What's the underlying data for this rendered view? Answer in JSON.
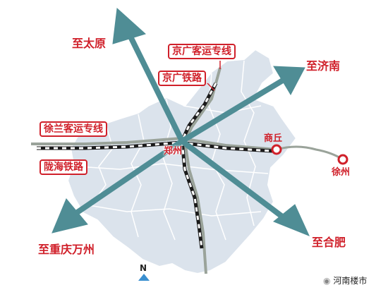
{
  "map": {
    "directions": {
      "taiyuan": "至太原",
      "jinan": "至济南",
      "hefei": "至合肥",
      "chongqing_wanzhou": "至重庆万州"
    },
    "rail_lines": {
      "jingguang_pdl": "京广客运专线",
      "jingguang": "京广铁路",
      "xulan_pdl": "徐兰客运专线",
      "longhai": "陇海铁路"
    },
    "cities": {
      "zhengzhou": "郑州",
      "shangqiu": "商丘",
      "xuzhou": "徐州"
    },
    "north_label": "N",
    "watermark": "河南楼市",
    "colors": {
      "province_fill": "#dbe3ec",
      "province_stroke": "#ffffff",
      "arrow": "#4f8d95",
      "label_red": "#d0202a",
      "line_gray": "#9aa39a",
      "rail_black": "#1a1a1a"
    }
  }
}
